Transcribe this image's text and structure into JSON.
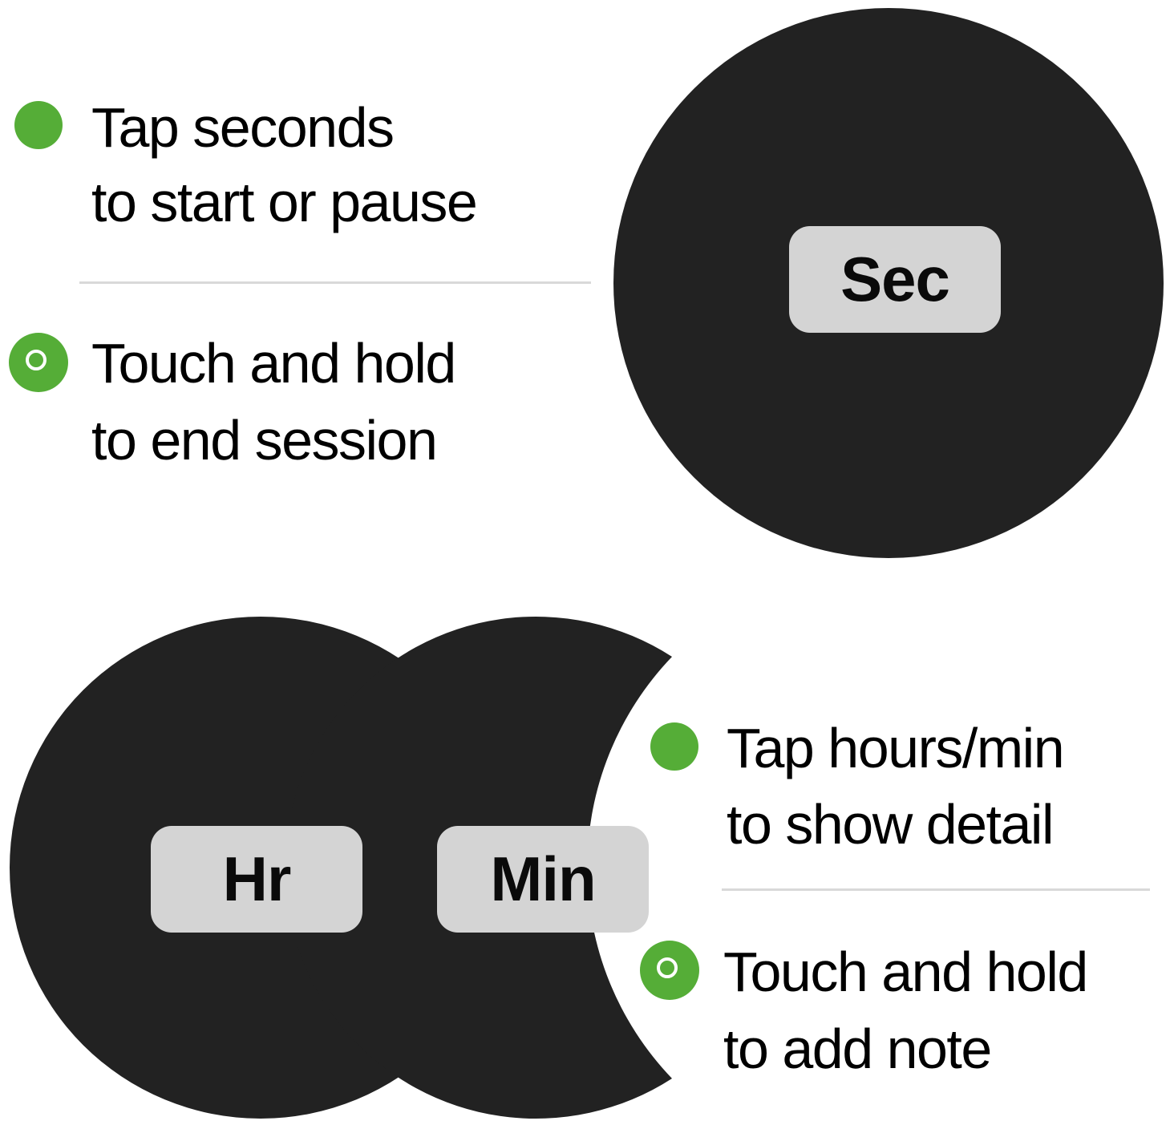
{
  "colors": {
    "dial": "#222222",
    "accent_green": "#55ad37",
    "key_bg": "#d4d4d4",
    "divider": "#d9d9d9"
  },
  "seconds_section": {
    "key_label": "Sec",
    "tap_instruction": {
      "icon": "filled-dot-icon",
      "line1": "Tap seconds",
      "line2": "to start or pause"
    },
    "hold_instruction": {
      "icon": "ring-dot-icon",
      "line1": "Touch and hold",
      "line2": "to end session"
    }
  },
  "hours_minutes_section": {
    "hours_key_label": "Hr",
    "minutes_key_label": "Min",
    "tap_instruction": {
      "icon": "filled-dot-icon",
      "line1": "Tap hours/min",
      "line2": "to show detail"
    },
    "hold_instruction": {
      "icon": "ring-dot-icon",
      "line1": "Touch and hold",
      "line2": "to add note"
    }
  }
}
